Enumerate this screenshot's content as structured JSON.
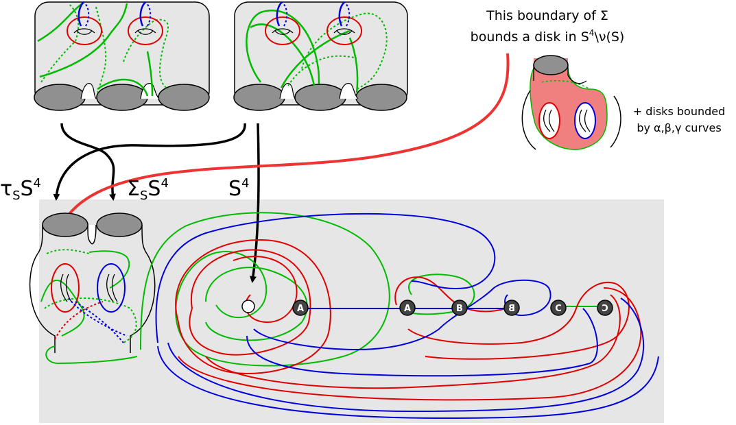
{
  "annotation": {
    "line1": "This boundary of Σ",
    "line2_prefix": "bounds a disk in S",
    "line2_sup": "4",
    "line2_suffix": "\\ν(S)"
  },
  "disks_note": {
    "line1": "+ disks bounded",
    "line2": "by α,β,γ curves"
  },
  "labels": {
    "tau_main": "τ",
    "tau_sub": "S",
    "tau_s": "S",
    "tau_sup": "4",
    "sigma_main": "Σ",
    "sigma_sub": "S",
    "sigma_s": "S",
    "sigma_sup": "4",
    "s4_main": "S",
    "s4_sup": "4"
  },
  "nodes": [
    {
      "id": "circle",
      "label": ""
    },
    {
      "id": "A1",
      "label": "A"
    },
    {
      "id": "A2",
      "label": "A"
    },
    {
      "id": "B1",
      "label": "B"
    },
    {
      "id": "B2",
      "label": "B"
    },
    {
      "id": "C1",
      "label": "C"
    },
    {
      "id": "C2",
      "label": "C"
    }
  ],
  "colors": {
    "alpha": "#e00000",
    "beta": "#0000dd",
    "gamma": "#00bb00",
    "arrow": "#000000",
    "red_arrow": "#ee3333",
    "panel": "#e6e6e6",
    "cap": "#909090",
    "disk_fill": "#f08080"
  }
}
